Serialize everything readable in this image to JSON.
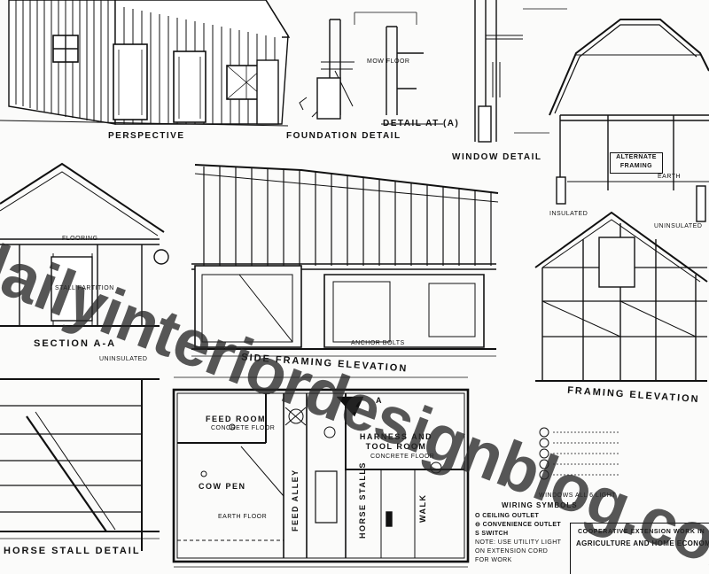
{
  "drawing": {
    "labels": {
      "perspective": "PERSPECTIVE",
      "foundation_detail": "FOUNDATION DETAIL",
      "detail_at_a": "DETAIL AT (A)",
      "window_detail": "WINDOW DETAIL",
      "section_aa": "SECTION A-A",
      "side_framing_elevation": "SIDE FRAMING ELEVATION",
      "end_framing_elevation": "FRAMING ELEVATION",
      "stall_detail": "HORSE STALL DETAIL",
      "uninsulated": "UNINSULATED",
      "insulated": "INSULATED",
      "mow_floor": "MOW FLOOR",
      "stall_partition": "STALL PARTITION",
      "anchor_bolts": "ANCHOR BOLTS",
      "earth": "EARTH",
      "flooring": "FLOORING"
    },
    "rooms": {
      "feed_room": "FEED ROOM",
      "feed_room_floor": "CONCRETE FLOOR",
      "harness_tool_room": "HARNESS AND TOOL ROOM",
      "harness_floor": "CONCRETE FLOOR",
      "cow_pen": "COW PEN",
      "earth_floor": "EARTH FLOOR",
      "feed_alley": "FEED ALLEY",
      "horse_stalls": "HORSE STALLS",
      "walk": "WALK",
      "section_mark": "A"
    },
    "alternate_framing": [
      "ALTERNATE",
      "FRAMING"
    ],
    "wiring": {
      "heading": "WIRING SYMBOLS",
      "items": [
        "O CEILING OUTLET",
        "⊖ CONVENIENCE OUTLET",
        "S SWITCH"
      ],
      "note": "NOTE: USE UTILITY LIGHT ON EXTENSION CORD FOR WORK"
    },
    "title_block": {
      "line1": "COOPERATIVE EXTENSION WORK IN",
      "line2": "AGRICULTURE AND HOME ECONOMICS"
    },
    "windows_note": "WINDOWS ALL 6 LIGHT"
  },
  "watermark": {
    "text": "dailyinteriordesignblog.com"
  },
  "colors": {
    "ink": "#111111",
    "paper": "#fbfbfa",
    "watermark": "#2a2a2a"
  }
}
